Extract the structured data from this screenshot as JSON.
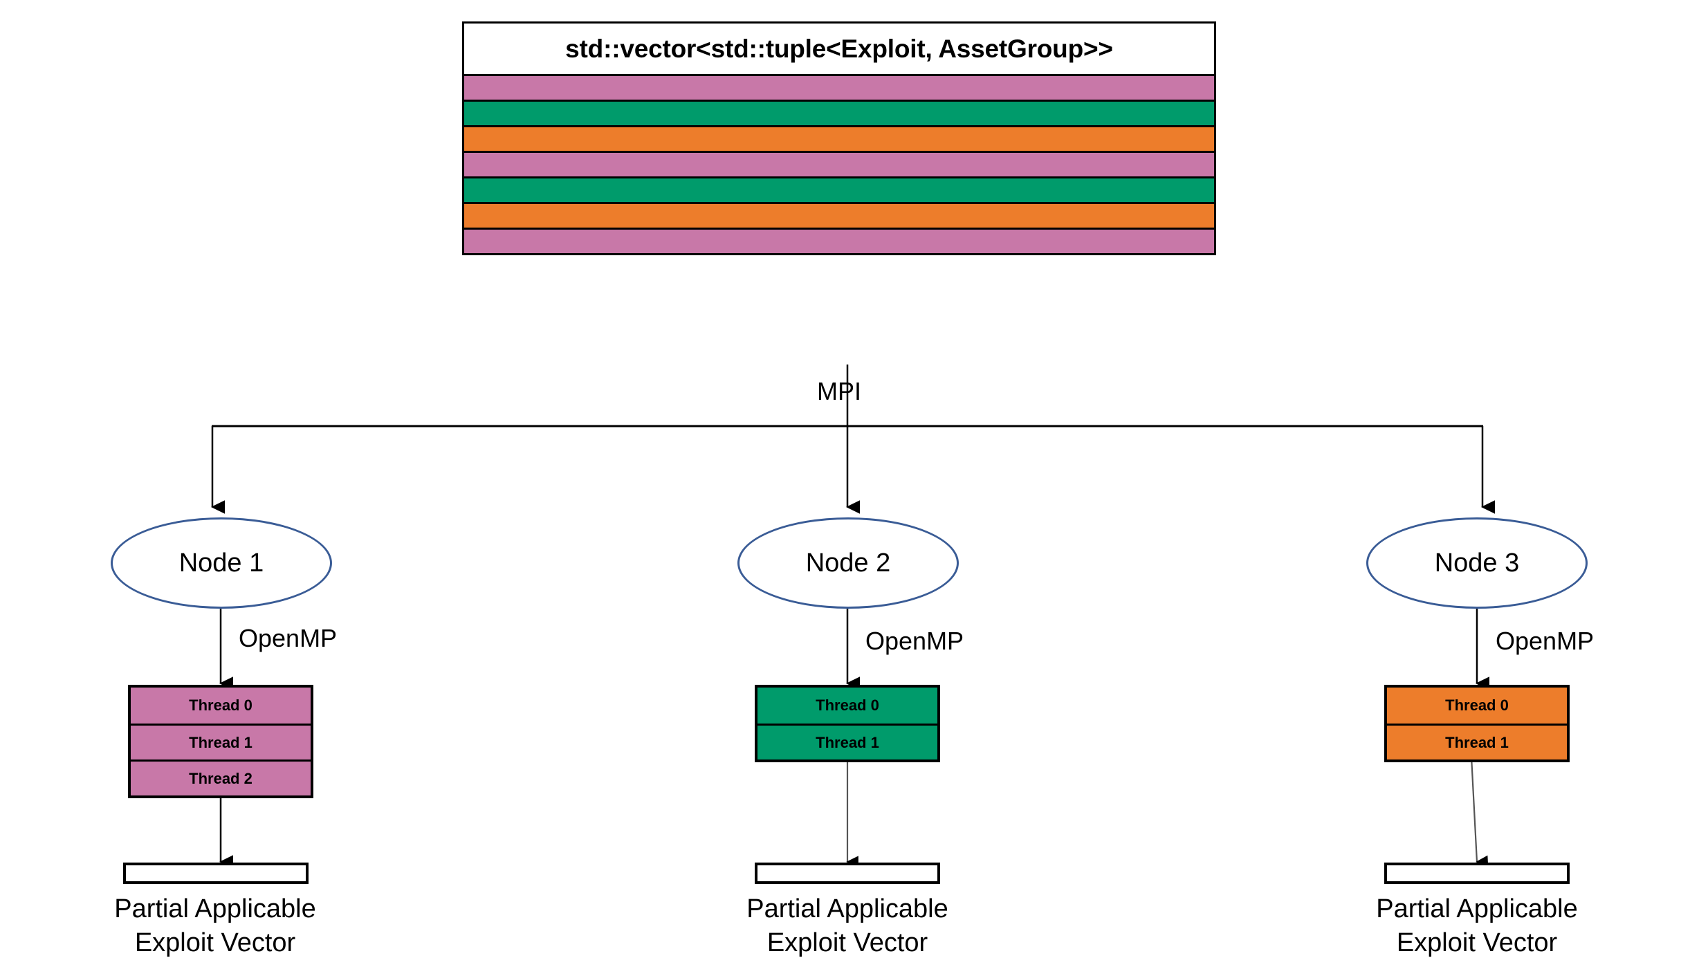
{
  "diagram": {
    "title": "MPI + OpenMP hybrid exploit vector distribution",
    "global_vector": {
      "header_label": "std::vector<std::tuple<Exploit, AssetGroup>>",
      "rows": [
        {
          "index": 0,
          "color": "#C878A8"
        },
        {
          "index": 1,
          "color": "#009B6B"
        },
        {
          "index": 2,
          "color": "#ED7D2B"
        },
        {
          "index": 3,
          "color": "#C878A8"
        },
        {
          "index": 4,
          "color": "#009B6B"
        },
        {
          "index": 5,
          "color": "#ED7D2B"
        },
        {
          "index": 6,
          "color": "#C878A8"
        }
      ]
    },
    "mpi_label": "MPI",
    "nodes": [
      {
        "id": "node-1",
        "label": "Node 1",
        "openmp_label": "OpenMP",
        "thread_color": "#C878A8",
        "threads": [
          "Thread 0",
          "Thread 1",
          "Thread 2"
        ],
        "output_caption_line1": "Partial Applicable",
        "output_caption_line2": "Exploit Vector"
      },
      {
        "id": "node-2",
        "label": "Node 2",
        "openmp_label": "OpenMP",
        "thread_color": "#009B6B",
        "threads": [
          "Thread 0",
          "Thread 1"
        ],
        "output_caption_line1": "Partial Applicable",
        "output_caption_line2": "Exploit Vector"
      },
      {
        "id": "node-3",
        "label": "Node 3",
        "openmp_label": "OpenMP",
        "thread_color": "#ED7D2B",
        "threads": [
          "Thread 0",
          "Thread 1"
        ],
        "output_caption_line1": "Partial Applicable",
        "output_caption_line2": "Exploit Vector"
      }
    ],
    "colors": {
      "pink": "#C878A8",
      "green": "#009B6B",
      "orange": "#ED7D2B",
      "node_border": "#3A5C96",
      "outline": "#000000",
      "background": "#FFFFFF"
    }
  }
}
